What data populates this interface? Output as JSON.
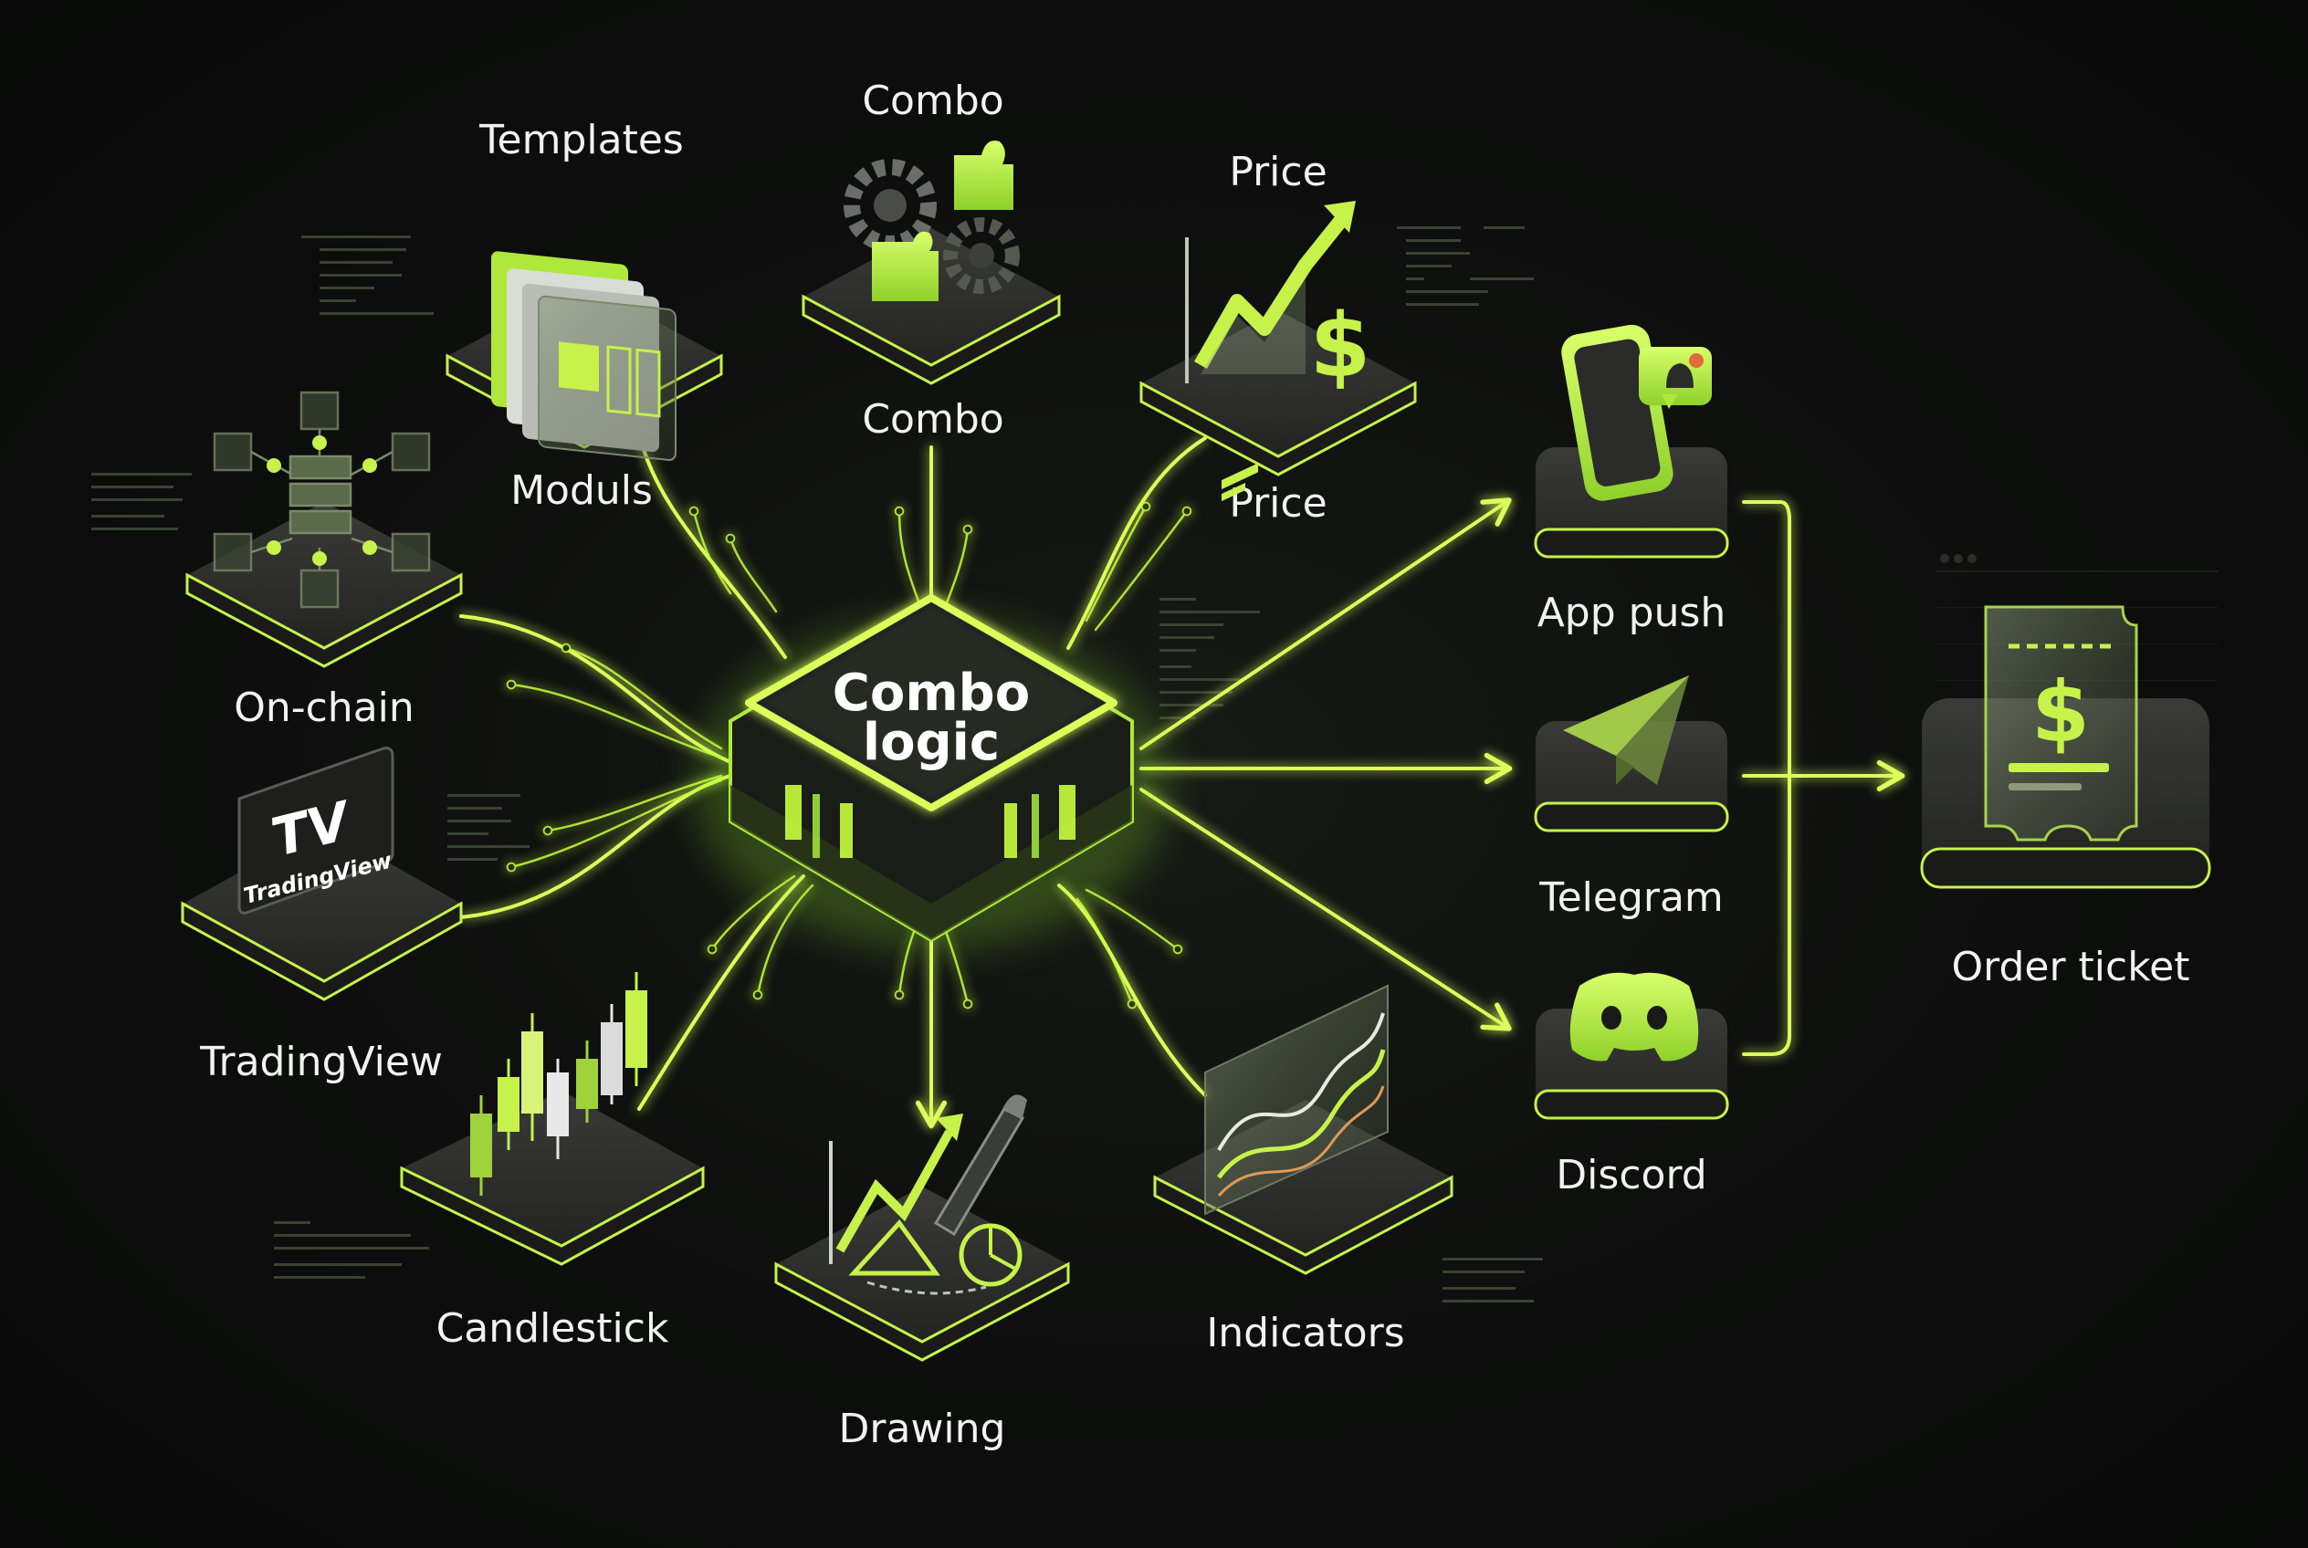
{
  "hub": {
    "line1": "Combo",
    "line2": "logic"
  },
  "inputs": {
    "templates": "Templates",
    "moduls": "Moduls",
    "combo_top": "Combo",
    "combo_bottom": "Combo",
    "price_top": "Price",
    "price_bottom": "Price",
    "onchain": "On-chain",
    "tradingview": "TradingView",
    "candlestick": "Candlestick",
    "drawing": "Drawing",
    "indicators": "Indicators"
  },
  "tradingview_logo": {
    "mark": "TV",
    "wordmark": "TradingView"
  },
  "outputs": {
    "app_push": "App push",
    "telegram": "Telegram",
    "discord": "Discord"
  },
  "final": {
    "order_ticket": "Order ticket",
    "currency_symbol": "$"
  },
  "price_icon": {
    "currency_symbol": "$"
  },
  "colors": {
    "accent": "#c6f24a",
    "glow": "#dcff5a",
    "background": "#0b0c0b",
    "tile": "#2a2b29"
  }
}
